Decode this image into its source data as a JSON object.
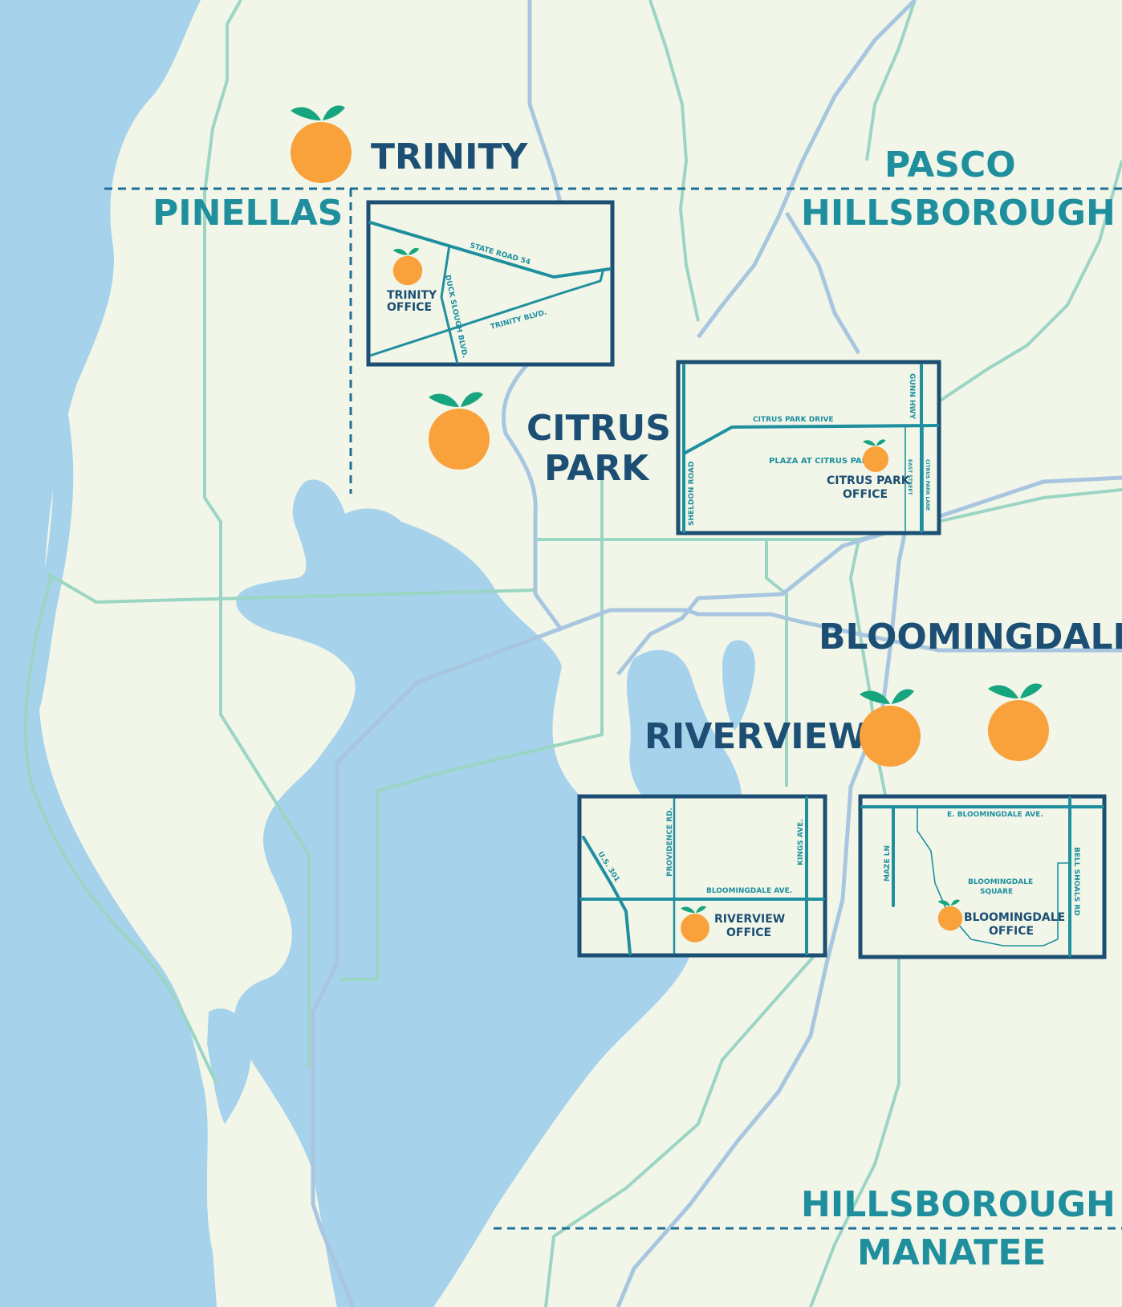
{
  "colors": {
    "land": "#f1f6e9",
    "water": "#a6d2eb",
    "county_label": "#1f8f9e",
    "city_label": "#1c4f73",
    "orange": "#f9a13a",
    "leaf": "#17a57f",
    "inset_frame": "#1c4f73"
  },
  "icons": {
    "marker": "orange-fruit-icon"
  },
  "counties": {
    "pinellas": "PINELLAS",
    "pasco": "PASCO",
    "hillsborough_north": "HILLSBOROUGH",
    "hillsborough_south": "HILLSBOROUGH",
    "manatee": "MANATEE"
  },
  "cities": {
    "trinity": "TRINITY",
    "citrus_park_line1": "CITRUS",
    "citrus_park_line2": "PARK",
    "bloomingdale": "BLOOMINGDALE",
    "riverview": "RIVERVIEW"
  },
  "insets": {
    "trinity": {
      "roads": [
        "STATE ROAD 54",
        "DUCK SLOUGH BLVD.",
        "TRINITY BLVD."
      ],
      "office_line1": "TRINITY",
      "office_line2": "OFFICE"
    },
    "citrus_park": {
      "roads": [
        "CITRUS PARK DRIVE",
        "GUNN HWY",
        "SHELDON ROAD",
        "EAST STREET",
        "CITRUS PARK LANE"
      ],
      "place": "PLAZA AT CITRUS PARK",
      "office_line1": "CITRUS PARK",
      "office_line2": "OFFICE"
    },
    "riverview": {
      "roads": [
        "U.S. 301",
        "PROVIDENCE RD.",
        "KINGS AVE.",
        "BLOOMINGDALE AVE."
      ],
      "office_line1": "RIVERVIEW",
      "office_line2": "OFFICE"
    },
    "bloomingdale": {
      "roads": [
        "E. BLOOMINGDALE AVE.",
        "MAZE LN",
        "BELL SHOALS RD"
      ],
      "place_line1": "BLOOMINGDALE",
      "place_line2": "SQUARE",
      "office_line1": "BLOOMINGDALE",
      "office_line2": "OFFICE"
    }
  }
}
